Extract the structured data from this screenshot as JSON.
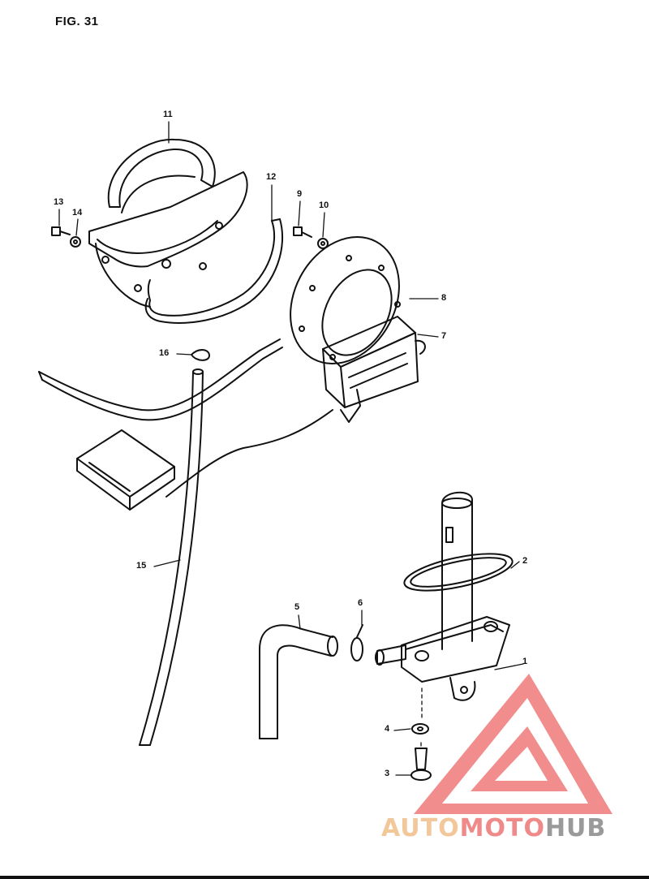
{
  "figure": {
    "title": "FIG. 31"
  },
  "callouts": [
    {
      "id": "p11",
      "text": "11"
    },
    {
      "id": "p12",
      "text": "12"
    },
    {
      "id": "p13",
      "text": "13"
    },
    {
      "id": "p14",
      "text": "14"
    },
    {
      "id": "p9",
      "text": "9"
    },
    {
      "id": "p10",
      "text": "10"
    },
    {
      "id": "p8",
      "text": "8"
    },
    {
      "id": "p7",
      "text": "7"
    },
    {
      "id": "p16",
      "text": "16"
    },
    {
      "id": "p15",
      "text": "15"
    },
    {
      "id": "p2",
      "text": "2"
    },
    {
      "id": "p5",
      "text": "5"
    },
    {
      "id": "p6",
      "text": "6"
    },
    {
      "id": "p1",
      "text": "1"
    },
    {
      "id": "p4",
      "text": "4"
    },
    {
      "id": "p3",
      "text": "3"
    }
  ],
  "watermark": {
    "part1": "AUTO",
    "part2": "MOTO",
    "part3": "HUB",
    "colors": {
      "part1": "#f2c79a",
      "part2": "#f08a8a",
      "part3": "#9a9a9a",
      "logo": "#f07a7a"
    }
  }
}
